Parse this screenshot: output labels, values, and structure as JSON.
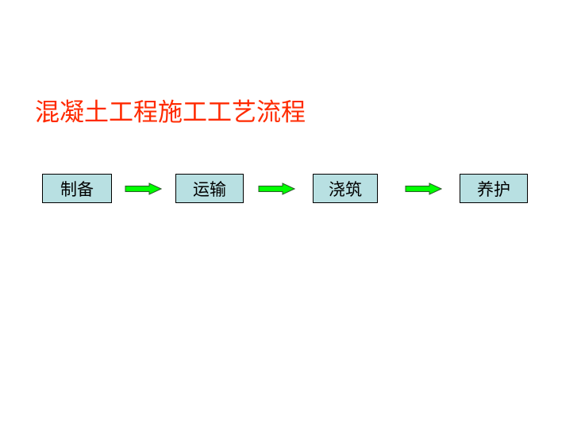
{
  "title": "混凝土工程施工工艺流程",
  "colors": {
    "title": "#ff2a00",
    "box_fill": "#b8e0e2",
    "box_border": "#000000",
    "arrow_fill": "#00ff00",
    "arrow_stroke": "#2a5a2a"
  },
  "flow": {
    "steps": [
      {
        "label": "制备"
      },
      {
        "label": "运输"
      },
      {
        "label": "浇筑"
      },
      {
        "label": "养护"
      }
    ],
    "arrows": [
      {
        "icon": "right-arrow-icon"
      },
      {
        "icon": "right-arrow-icon"
      },
      {
        "icon": "right-arrow-icon"
      }
    ]
  }
}
